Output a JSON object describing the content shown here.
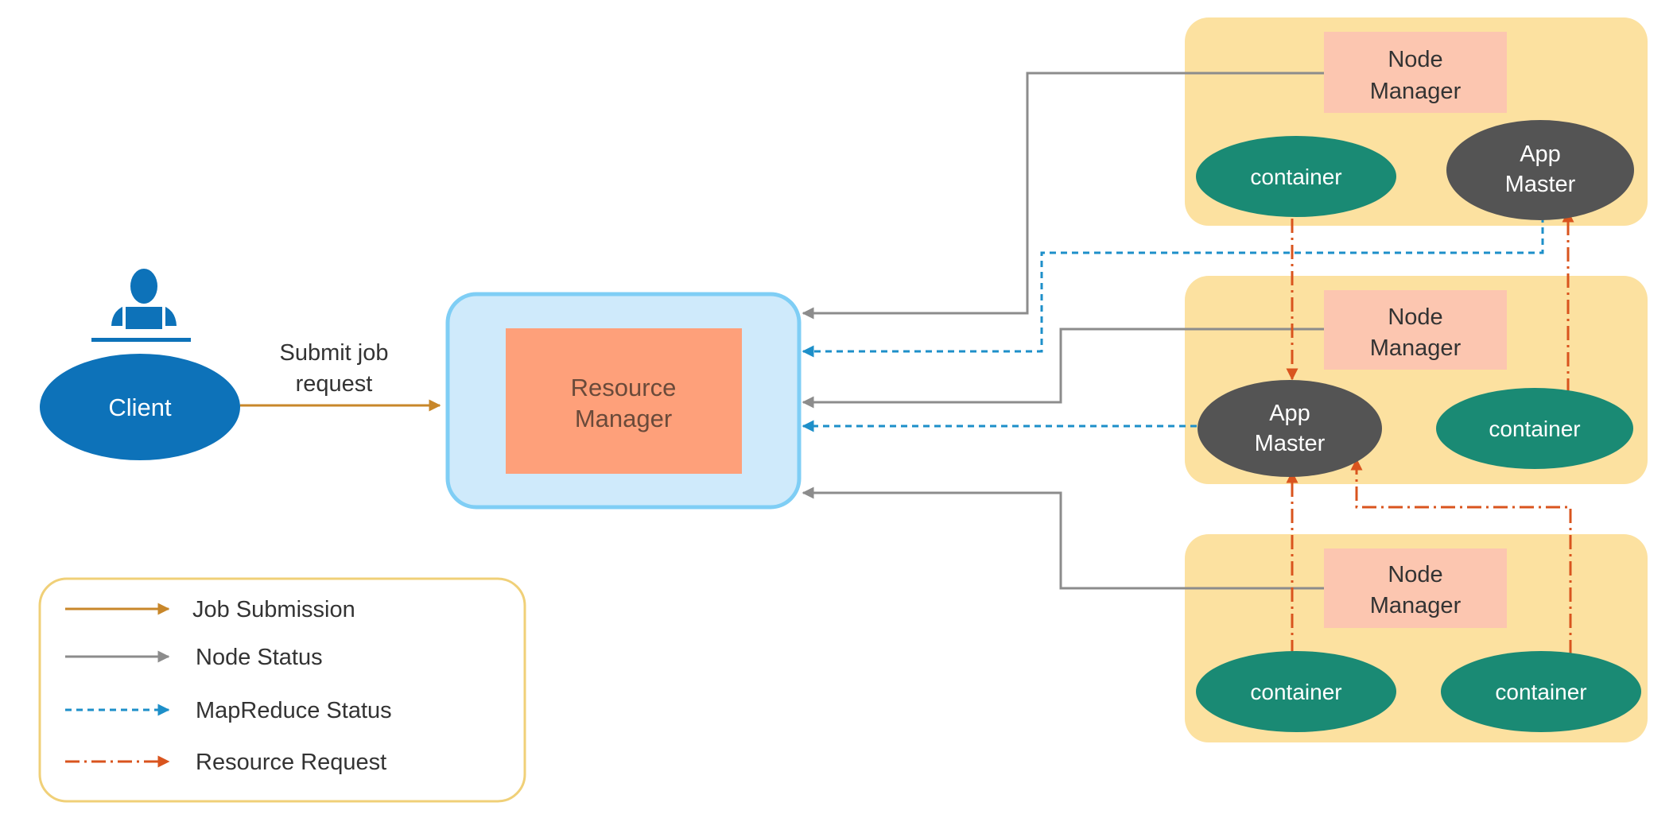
{
  "client": {
    "label": "Client"
  },
  "submit_label": {
    "line1": "Submit job",
    "line2": "request"
  },
  "resource_manager": {
    "line1": "Resource",
    "line2": "Manager"
  },
  "node_groups": [
    {
      "node_manager": {
        "line1": "Node",
        "line2": "Manager"
      },
      "left": {
        "kind": "container",
        "line1": "container",
        "line2": ""
      },
      "right": {
        "kind": "app-master",
        "line1": "App",
        "line2": "Master"
      }
    },
    {
      "node_manager": {
        "line1": "Node",
        "line2": "Manager"
      },
      "left": {
        "kind": "app-master",
        "line1": "App",
        "line2": "Master"
      },
      "right": {
        "kind": "container",
        "line1": "container",
        "line2": ""
      }
    },
    {
      "node_manager": {
        "line1": "Node",
        "line2": "Manager"
      },
      "left": {
        "kind": "container",
        "line1": "container",
        "line2": ""
      },
      "right": {
        "kind": "container",
        "line1": "container",
        "line2": ""
      }
    }
  ],
  "legend": [
    {
      "label": "Job Submission",
      "style": "job-submission"
    },
    {
      "label": "Node Status",
      "style": "node-status"
    },
    {
      "label": "MapReduce Status",
      "style": "mapreduce-status"
    },
    {
      "label": "Resource Request",
      "style": "resource-request"
    }
  ],
  "colors": {
    "client": "#0d72b9",
    "rm_outer": "#cfeafb",
    "rm_border": "#7fcef5",
    "rm_inner": "#fea07a",
    "node_group_bg": "#fce1a0",
    "node_manager_bg": "#fcc6b0",
    "container": "#1a8a74",
    "app_master": "#545454",
    "job_submission": "#c8872a",
    "node_status": "#8c8c8c",
    "mapreduce_status": "#1d8fc9",
    "resource_request": "#d9541e",
    "legend_border": "#f0d078"
  }
}
